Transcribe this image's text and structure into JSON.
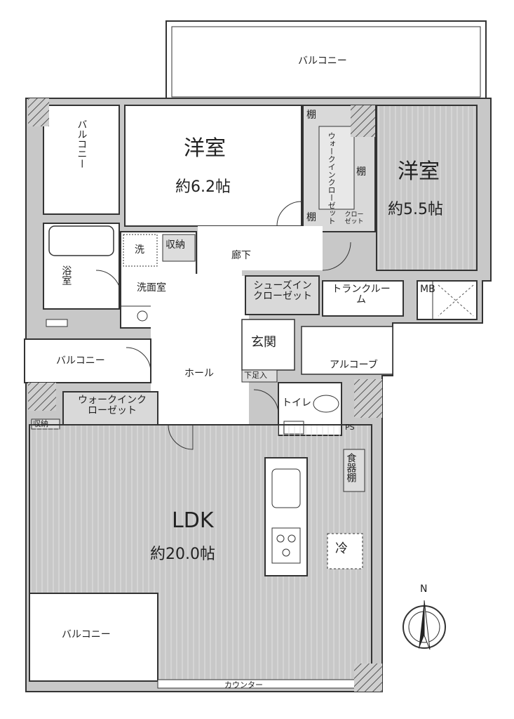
{
  "rooms": {
    "balcony_top": "バルコニー",
    "western1_name": "洋室",
    "western1_size": "約6.2帖",
    "western2_name": "洋室",
    "western2_size": "約5.5帖",
    "balcony_left": "バルコニー",
    "wic_upper": "ウォークインクローゼット",
    "shelf1": "棚",
    "shelf2": "棚",
    "shelf3": "棚",
    "closet_small": "クローゼット",
    "washer": "洗",
    "storage1": "収納",
    "corridor": "廊下",
    "bath": "浴室",
    "washroom": "洗面室",
    "shoes_closet": "シューズインクローゼット",
    "trunk_room": "トランクルーム",
    "mb": "MB",
    "entrance": "玄関",
    "balcony_mid": "バルコニー",
    "hall": "ホール",
    "alcove": "アルコーブ",
    "shoe_step": "下足入",
    "toilet": "トイレ",
    "wic_lower": "ウォークインクローゼット",
    "storage2": "収納",
    "ps": "PS",
    "dish_shelf": "食器棚",
    "ldk_name": "LDK",
    "ldk_size": "約20.0帖",
    "fridge": "冷",
    "balcony_bottom": "バルコニー",
    "counter": "カウンター"
  },
  "compass": {
    "label": "N"
  }
}
